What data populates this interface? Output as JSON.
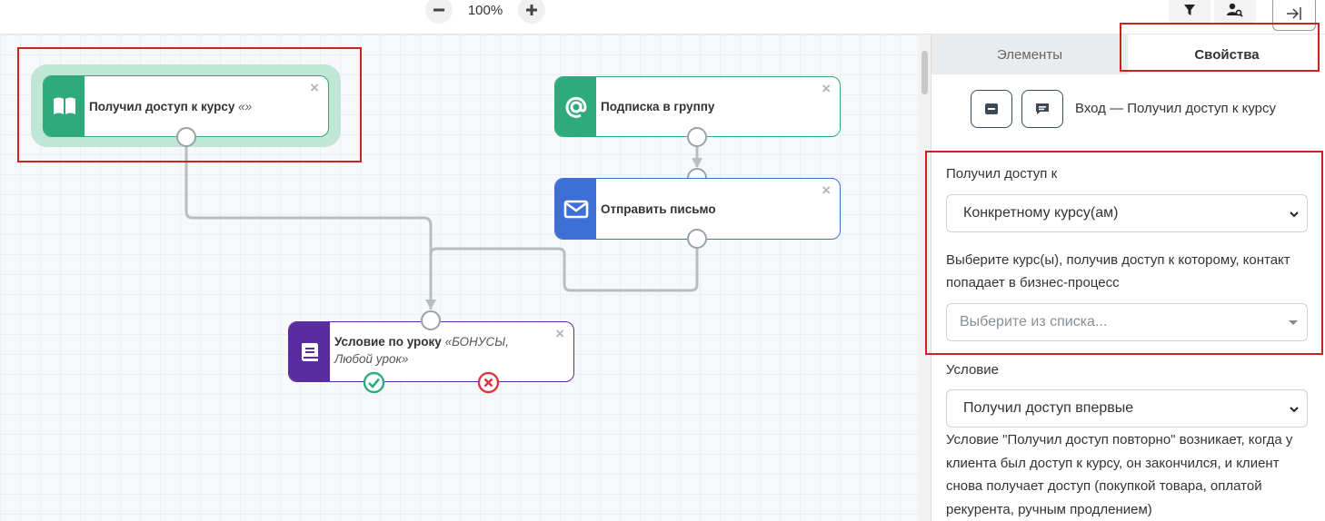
{
  "toolbar": {
    "zoom_out_icon": "minus-icon",
    "zoom_level": "100%",
    "zoom_in_icon": "plus-icon",
    "filter_icon": "filter-icon",
    "user_search_icon": "user-search-icon",
    "collapse_icon": "collapse-right-icon"
  },
  "nodes": [
    {
      "title": "Получил доступ к курсу",
      "subtitle": "«»",
      "icon": "book-open-icon",
      "color": "#2eaa7d"
    },
    {
      "title": "Подписка в группу",
      "subtitle": "",
      "icon": "at-sign-icon",
      "color": "#2eaa7d"
    },
    {
      "title": "Отправить письмо",
      "subtitle": "",
      "icon": "envelope-icon",
      "color": "#3d6fd6"
    },
    {
      "title": "Условие по уроку",
      "subtitle": "«БОНУСЫ, Любой урок»",
      "icon": "lesson-book-icon",
      "color": "#5a2ca0"
    }
  ],
  "node_close_label": "×",
  "panel": {
    "tab_elements": "Элементы",
    "tab_properties": "Свойства",
    "entry_label": "Вход — Получил доступ к курсу",
    "access_label": "Получил доступ к",
    "access_value": "Конкретному курсу(ам)",
    "course_label": "Выберите курс(ы), получив доступ к которому, контакт попадает в бизнес-процесс",
    "course_placeholder": "Выберите из списка...",
    "condition_label": "Условие",
    "condition_value": "Получил доступ впервые",
    "condition_help": "Условие \"Получил доступ повторно\" возникает, когда у клиента был доступ к курсу, он закончился, и клиент снова получает доступ (покупкой товара, оплатой рекурента, ручным продлением)"
  },
  "colors": {
    "green": "#2eaa7d",
    "blue": "#3d6fd6",
    "purple": "#5a2ca0",
    "highlight": "#cc2222",
    "success": "#2eaa7d",
    "danger": "#d9363e"
  }
}
